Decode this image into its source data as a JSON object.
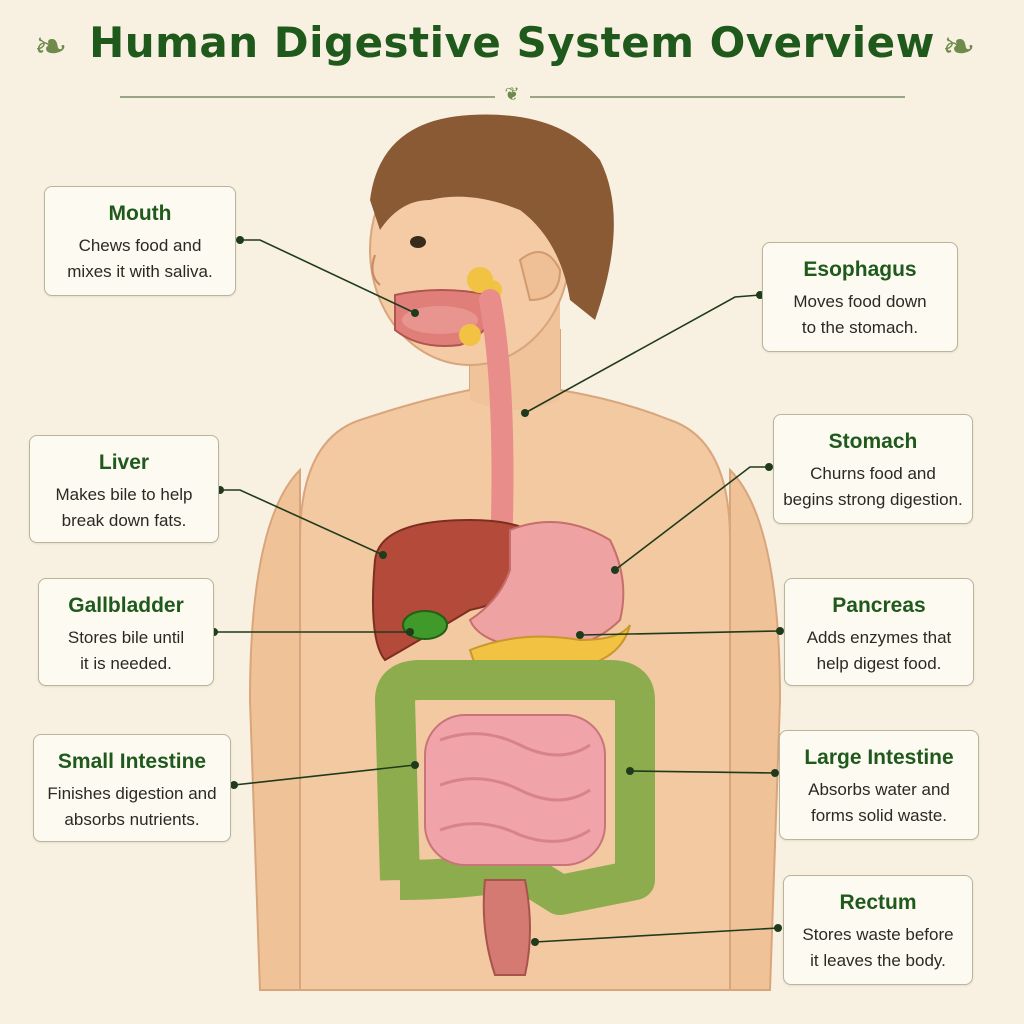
{
  "title": "Human Digestive System Overview",
  "colors": {
    "background": "#f8f1e2",
    "title_green": "#1f5a1c",
    "leader_line": "#1f3b1c",
    "skin": "#f2c9a0",
    "hair": "#8a5a34",
    "liver": "#b44a3a",
    "stomach": "#eea2a2",
    "large_intestine": "#8dac4e",
    "small_intestine": "#f0a3a8",
    "pancreas": "#f2c243",
    "gallbladder": "#3f9a2a"
  },
  "organs": [
    {
      "id": "mouth",
      "name": "Mouth",
      "description": "Chews food and\nmixes it with saliva."
    },
    {
      "id": "esophagus",
      "name": "Esophagus",
      "description": "Moves food down\nto the stomach."
    },
    {
      "id": "liver",
      "name": "Liver",
      "description": "Makes bile to help\nbreak down fats."
    },
    {
      "id": "stomach",
      "name": "Stomach",
      "description": "Churns food and\nbegins strong digestion."
    },
    {
      "id": "gallbladder",
      "name": "Gallbladder",
      "description": "Stores bile until\nit is needed."
    },
    {
      "id": "pancreas",
      "name": "Pancreas",
      "description": "Adds enzymes that\nhelp digest food."
    },
    {
      "id": "small_intestine",
      "name": "Small Intestine",
      "description": "Finishes digestion and\nabsorbs nutrients."
    },
    {
      "id": "large_intestine",
      "name": "Large Intestine",
      "description": "Absorbs water and\nforms solid waste."
    },
    {
      "id": "rectum",
      "name": "Rectum",
      "description": "Stores waste before\nit leaves the body."
    }
  ]
}
